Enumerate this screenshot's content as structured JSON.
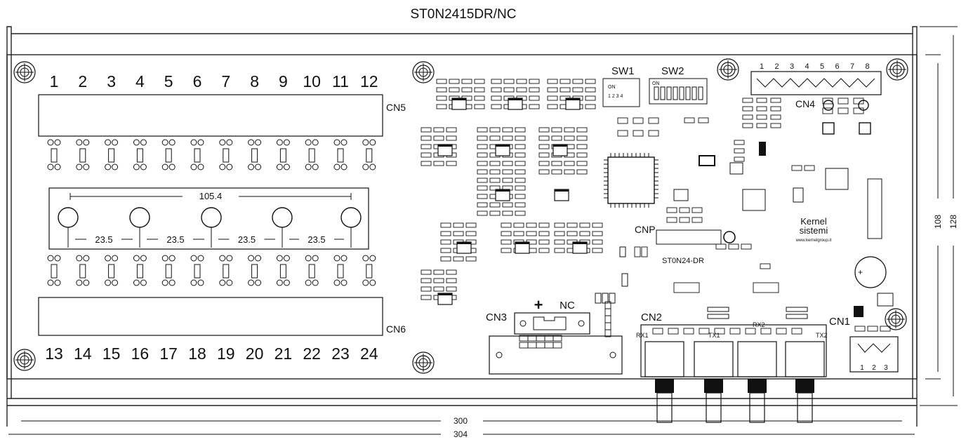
{
  "title": "ST0N2415DR/NC",
  "top_numbers": [
    "1",
    "2",
    "3",
    "4",
    "5",
    "6",
    "7",
    "8",
    "9",
    "10",
    "11",
    "12"
  ],
  "bottom_numbers": [
    "13",
    "14",
    "15",
    "16",
    "17",
    "18",
    "19",
    "20",
    "21",
    "22",
    "23",
    "24"
  ],
  "connectors": {
    "cn1": "CN1",
    "cn2": "CN2",
    "cn3": "CN3",
    "cn4": "CN4",
    "cn5": "CN5",
    "cn6": "CN6",
    "cnp": "CNP",
    "sw1": "SW1",
    "sw2": "SW2",
    "cn3_plus": "+",
    "cn3_nc": "NC",
    "rx1": "RX1",
    "tx1": "TX1",
    "rx2": "RX2",
    "tx2": "TX2"
  },
  "cn4_pins": [
    "1",
    "2",
    "3",
    "4",
    "5",
    "6",
    "7",
    "8"
  ],
  "cn1_pins": [
    "1",
    "2",
    "3"
  ],
  "sw1_marks": {
    "on": "ON",
    "pins": "1 2 3 4"
  },
  "sw2_mark": "ON",
  "brand": {
    "line1": "Kernel",
    "line2": "sistemi",
    "url": "www.kernelgroup.it"
  },
  "board_label": "ST0N24-DR",
  "dims": {
    "spacing": "105.4",
    "pitch": [
      "23.5",
      "23.5",
      "23.5",
      "23.5"
    ],
    "width_inner": "300",
    "width_outer": "304",
    "height_inner": "108",
    "height_outer": "128"
  }
}
